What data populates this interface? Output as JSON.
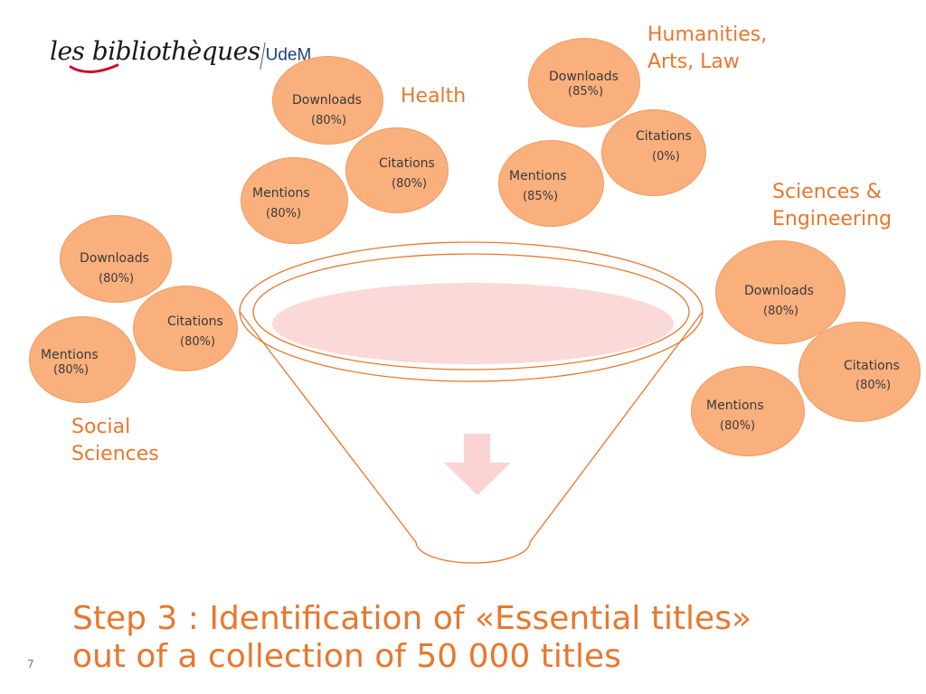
{
  "logo": {
    "script_text": "les bibliothèques",
    "org": "UdeM"
  },
  "colors": {
    "accent": "#e8772e",
    "bubble_fill": "#f9b07d",
    "bubble_stroke": "#f29a5e",
    "funnel_stroke": "#e8772e",
    "funnel_inner": "#fbd9d9",
    "arrow": "#fbd3d3"
  },
  "groups": {
    "health": {
      "name": "Health"
    },
    "humanities": {
      "name_line1": "Humanities,",
      "name_line2": "Arts, Law"
    },
    "sciences": {
      "name_line1": "Sciences &",
      "name_line2": "Engineering"
    },
    "social": {
      "name_line1": "Social",
      "name_line2": "Sciences"
    }
  },
  "bubbles": {
    "health": {
      "downloads": {
        "label": "Downloads",
        "value": "(80%)"
      },
      "citations": {
        "label": "Citations",
        "value": "(80%)"
      },
      "mentions": {
        "label": "Mentions",
        "value": "(80%)"
      }
    },
    "humanities": {
      "downloads": {
        "label": "Downloads",
        "value": "(85%)"
      },
      "citations": {
        "label": "Citations",
        "value": "(0%)"
      },
      "mentions": {
        "label": "Mentions",
        "value": "(85%)"
      }
    },
    "social": {
      "downloads": {
        "label": "Downloads",
        "value": "(80%)"
      },
      "citations": {
        "label": "Citations",
        "value": "(80%)"
      },
      "mentions": {
        "label": "Mentions",
        "value": "(80%)"
      }
    },
    "sciences": {
      "downloads": {
        "label": "Downloads",
        "value": "(80%)"
      },
      "citations": {
        "label": "Citations",
        "value": "(80%)"
      },
      "mentions": {
        "label": "Mentions",
        "value": "(80%)"
      }
    }
  },
  "title": {
    "line1": "Step 3 : Identification of «Essential titles»",
    "line2": "out of a collection of 50 000 titles"
  },
  "page_number": "7"
}
